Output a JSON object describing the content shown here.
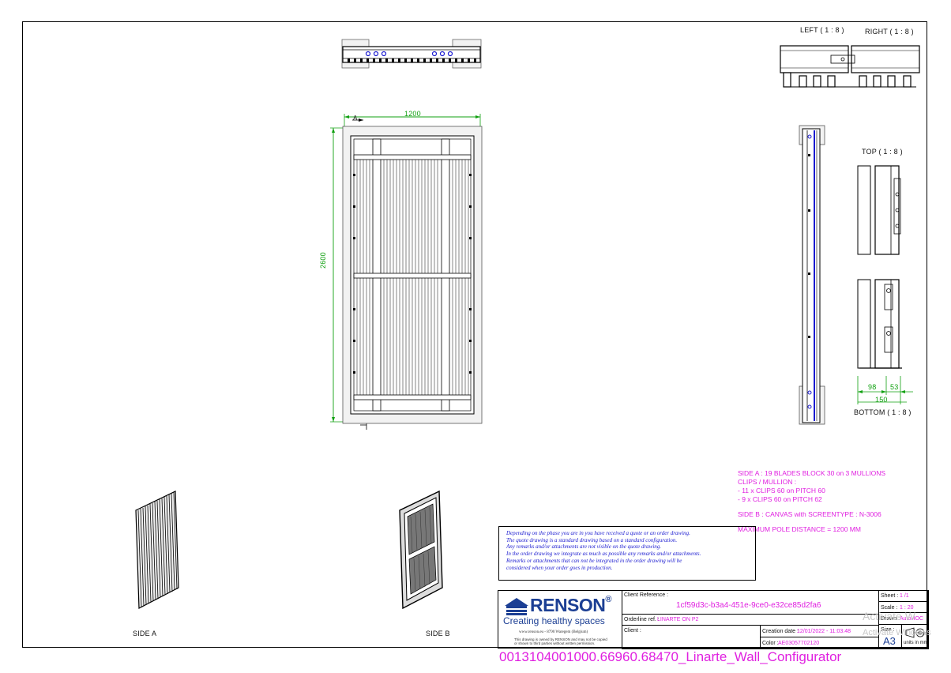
{
  "views": {
    "left": "LEFT ( 1 : 8 )",
    "right": "RIGHT ( 1 : 8 )",
    "top": "TOP ( 1 : 8 )",
    "bottom": "BOTTOM ( 1 : 8 )",
    "side_a": "SIDE A",
    "side_b": "SIDE B"
  },
  "dimensions": {
    "width": "1200",
    "height": "2600",
    "marker_a": "A",
    "dim_98": "98",
    "dim_53": "53",
    "dim_150": "150"
  },
  "notes": [
    "SIDE A : 19 BLADES BLOCK 30 on 3 MULLIONS",
    "CLIPS / MULLION :",
    "- 11 x CLIPS 60 on PITCH 60",
    "- 9  x CLIPS 60 on PITCH 62",
    "",
    "SIDE B : CANVAS with SCREENTYPE : N-3006",
    "",
    "MAXIMUM POLE DISTANCE = 1200 MM"
  ],
  "disclaimer": [
    "Depending on the phase you are in you have received a quote or an order drawing.",
    "The quote drawing is a standard drawing based on a standard configuration.",
    "Any remarks and/or attachments are not visible on the quote drawing.",
    "In the order drawing we integrate as much as possible any remarks and/or attachments.",
    "Remarks or attachments that can not be integrated in the order drawing will be",
    "considered when your order goes in production."
  ],
  "title_block": {
    "logo_text": "RENSON",
    "registered": "®",
    "tagline": "Creating healthy spaces",
    "address": "www.renson.eu - 8790 Waregem (Belgium)",
    "ownership_line1": "This drawing is owned by RENSON and may not be copied",
    "ownership_line2": "or shown to third parties without written permission.",
    "client_reference_label": "Client Reference :",
    "client_reference_value": "1cf59d3c-b3a4-451e-9ce0-e32ce85d2fa6",
    "orderline_label": "Orderline ref. :",
    "orderline_value": "LINARTE ON P2",
    "client_label": "Client :",
    "client_value": "",
    "creation_date_label": "Creation date :",
    "creation_date_value": "12/01/2022 - 11:03:48",
    "color_label": "Color :",
    "color_value": "AE03057702120",
    "sheet_label": "Sheet :",
    "sheet_value": "1 /1",
    "scale_label": "Scale :",
    "scale_value": "1 : 20",
    "drawn_label": "Drawn :",
    "drawn_value": "AutoHOC",
    "size_label": "Size :",
    "size_value": "A3",
    "units": "units in mm"
  },
  "footer_filename": "0013104001000.66960.68470_Linarte_Wall_Configurator",
  "watermark": {
    "line1": "Activate W",
    "line2": "Activate Windows"
  },
  "colors": {
    "magenta": "#e020e0",
    "dimension_green": "#10a010",
    "blue_detail": "#1a1ad0"
  }
}
